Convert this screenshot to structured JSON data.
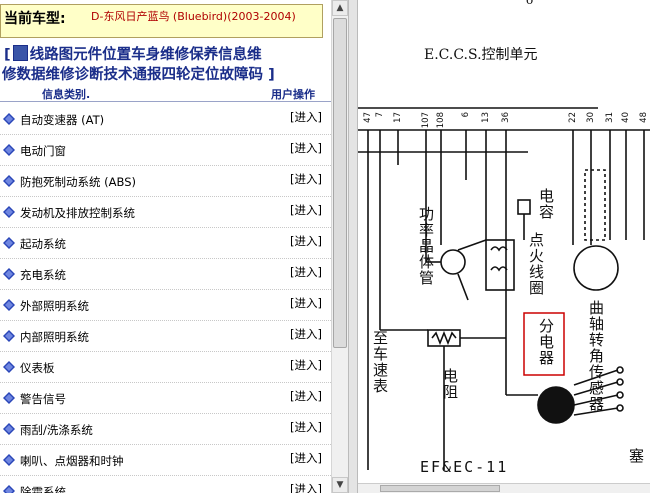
{
  "header": {
    "car_label": "当前车型:",
    "car_value": "D-东风日产蓝鸟 (Bluebird)(2003-2004)"
  },
  "nav": {
    "line1": "线路图元件位置车身维修保养信息维",
    "line2": "修数据维修诊断技术通报四轮定位故障码",
    "open_bracket": "[",
    "close_bracket": "]"
  },
  "columns": {
    "category": "信息类别.",
    "action": "用户操作"
  },
  "categories": [
    {
      "name": "自动变速器 (AT)",
      "action": "[进入]"
    },
    {
      "name": "电动门窗",
      "action": "[进入]"
    },
    {
      "name": "防抱死制动系统 (ABS)",
      "action": "[进入]"
    },
    {
      "name": "发动机及排放控制系统",
      "action": "[进入]"
    },
    {
      "name": "起动系统",
      "action": "[进入]"
    },
    {
      "name": "充电系统",
      "action": "[进入]"
    },
    {
      "name": "外部照明系统",
      "action": "[进入]"
    },
    {
      "name": "内部照明系统",
      "action": "[进入]"
    },
    {
      "name": "仪表板",
      "action": "[进入]"
    },
    {
      "name": "警告信号",
      "action": "[进入]"
    },
    {
      "name": "雨刮/洗涤系统",
      "action": "[进入]"
    },
    {
      "name": "喇叭、点烟器和时钟",
      "action": "[进入]"
    },
    {
      "name": "除霜系统",
      "action": "[进入]"
    }
  ],
  "diagram": {
    "title": "E.C.C.S.控制单元",
    "top_fragment": "o",
    "pins_left": [
      "47",
      "7",
      "17",
      "107",
      "108",
      "6",
      "13",
      "36"
    ],
    "pins_right": [
      "22",
      "30",
      "31",
      "40",
      "48"
    ],
    "labels": {
      "power_transistor": "功率晶体管",
      "capacitor": "电容",
      "ignition_coil": "点火线圈",
      "resistor": "电阻",
      "speedometer": "至车速表",
      "distributor": "分电器",
      "crank_sensor": "曲轴转角传感器",
      "right_edge": "火花塞"
    },
    "footer": "EF&EC-11"
  },
  "icons": {
    "list_icon": "diamond-pen-icon",
    "nav_icon": "book-icon"
  },
  "colors": {
    "nav_text": "#1b2e8a",
    "car_value": "#b00000",
    "car_bg": "#ffffc8",
    "highlight_box": "#cc0000"
  }
}
